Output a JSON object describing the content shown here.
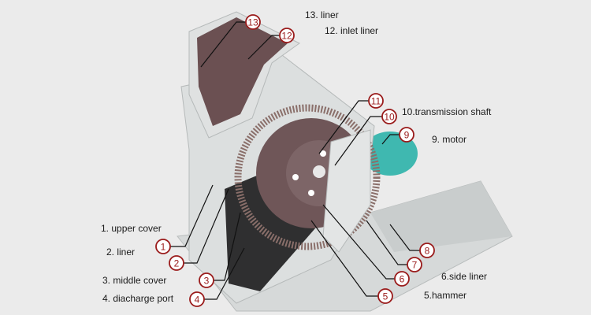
{
  "title": "Hammer crusher structure",
  "colors": {
    "callout": "#9a1b1b",
    "liner": "#6b5052",
    "body": "#d9dcdc",
    "motor": "#3fb8b0"
  },
  "parts": [
    {
      "num": "1",
      "label": "1. upper cover"
    },
    {
      "num": "2",
      "label": "2. liner"
    },
    {
      "num": "3",
      "label": "3. middle cover"
    },
    {
      "num": "4",
      "label": "4. diacharge port"
    },
    {
      "num": "5",
      "label": "5.hammer"
    },
    {
      "num": "6",
      "label": "6.side liner"
    },
    {
      "num": "7",
      "label": ""
    },
    {
      "num": "8",
      "label": ""
    },
    {
      "num": "9",
      "label": "9. motor"
    },
    {
      "num": "10",
      "label": "10.transmission shaft"
    },
    {
      "num": "11",
      "label": ""
    },
    {
      "num": "12",
      "label": "12. inlet liner"
    },
    {
      "num": "13",
      "label": "13. liner"
    }
  ]
}
